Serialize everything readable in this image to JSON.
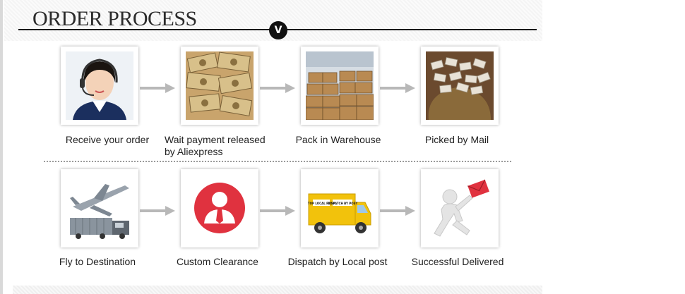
{
  "header": {
    "title": "ORDER PROCESS",
    "badge": "V"
  },
  "steps_row1": [
    {
      "label": "Receive your order",
      "icon": "customer-service-icon"
    },
    {
      "label_line1": "Wait payment released",
      "label_line2": "by Aliexpress",
      "icon": "money-icon"
    },
    {
      "label": "Pack in Warehouse",
      "icon": "warehouse-icon"
    },
    {
      "label": "Picked by Mail",
      "icon": "parcels-icon"
    }
  ],
  "steps_row2": [
    {
      "label": "Fly to Destination",
      "icon": "airplane-icon"
    },
    {
      "label": "Custom Clearance",
      "icon": "customs-officer-icon"
    },
    {
      "label": "Dispatch by Local post",
      "icon": "delivery-truck-icon"
    },
    {
      "label": "Successful Delivered",
      "icon": "courier-envelope-icon"
    }
  ],
  "truck_text": {
    "left": "TOP LOCAL POST",
    "right": "DISPATCH BY POST"
  },
  "colors": {
    "arrow": "#b8b8b8",
    "custom_red": "#e0323f",
    "truck_yellow": "#f2c20c"
  }
}
